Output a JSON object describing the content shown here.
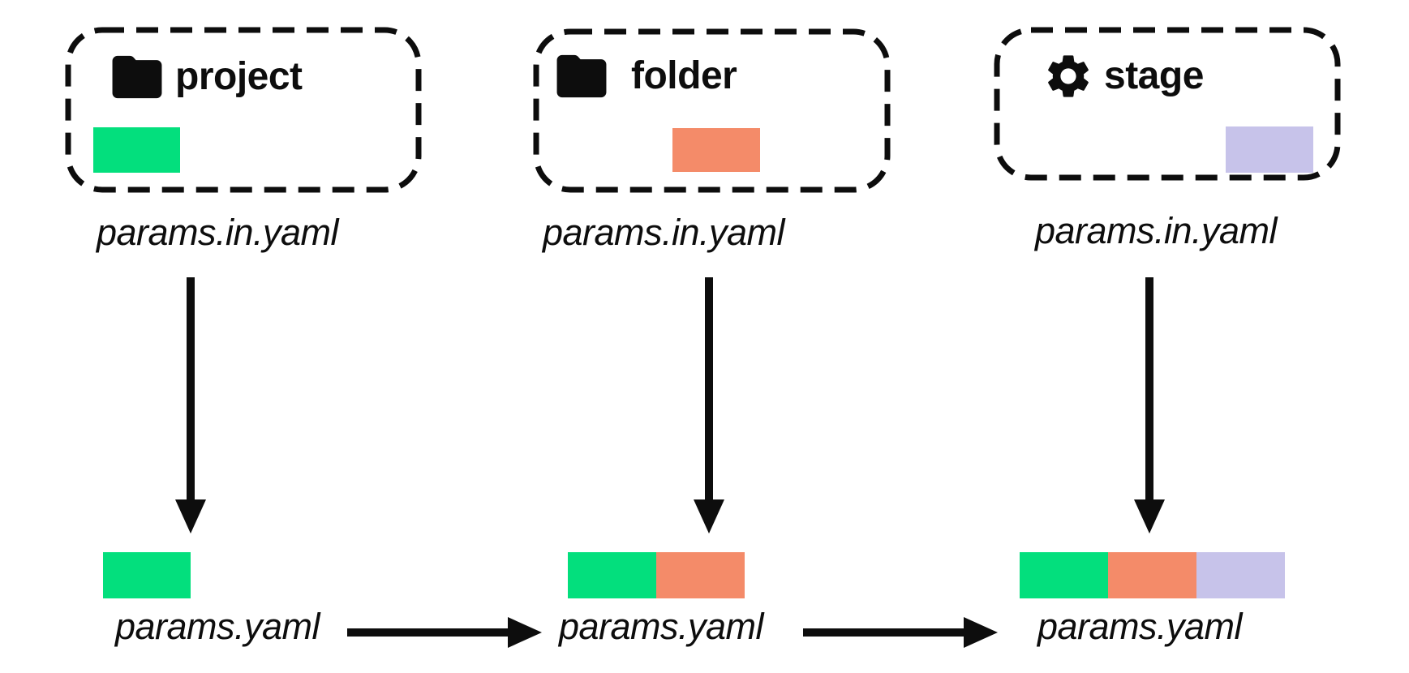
{
  "colors": {
    "background": "#ffffff",
    "ink": "#0d0d0d",
    "project_green": "#03DF7D",
    "folder_orange": "#F48B69",
    "stage_lavender": "#C7C3EA"
  },
  "columns": [
    {
      "group_label": "project",
      "icon": "folder-icon",
      "input_file": "params.in.yaml",
      "output_file": "params.yaml",
      "merged_segments": [
        "project_green"
      ]
    },
    {
      "group_label": "folder",
      "icon": "folder-icon",
      "input_file": "params.in.yaml",
      "output_file": "params.yaml",
      "merged_segments": [
        "project_green",
        "folder_orange"
      ]
    },
    {
      "group_label": "stage",
      "icon": "gear-icon",
      "input_file": "params.in.yaml",
      "output_file": "params.yaml",
      "merged_segments": [
        "project_green",
        "folder_orange",
        "stage_lavender"
      ]
    }
  ]
}
